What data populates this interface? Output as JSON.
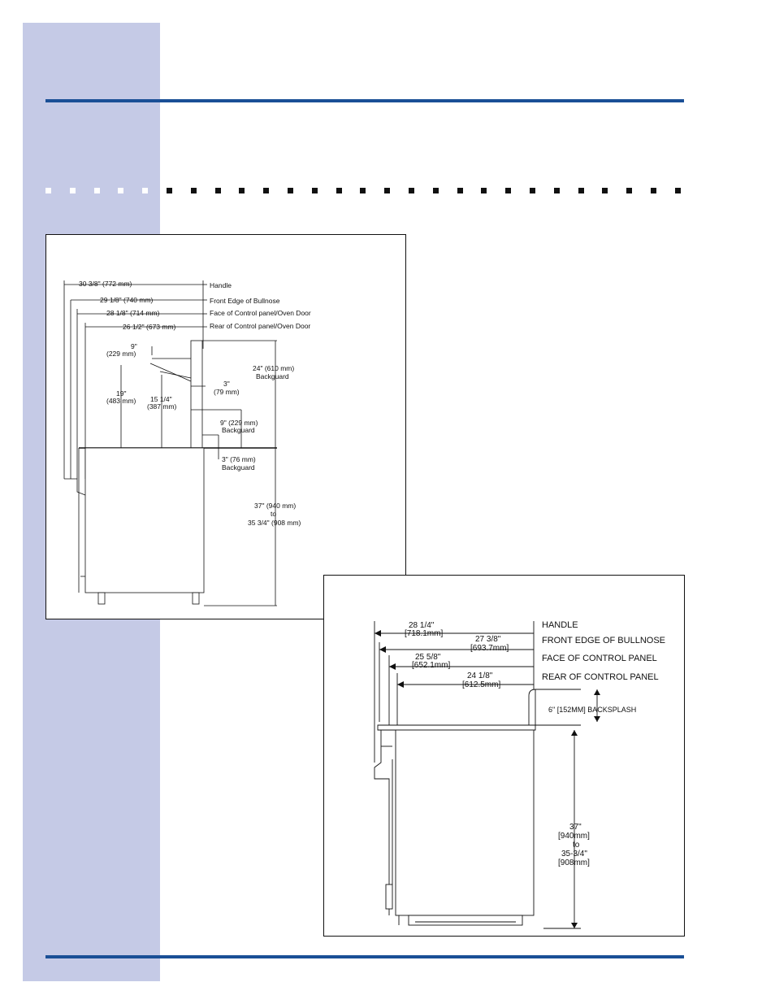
{
  "colors": {
    "side_band": "#c5cae6",
    "rule": "#1a4f96",
    "line": "#111111"
  },
  "figure_a": {
    "dims": {
      "handle": "30 3/8\" (772 mm)",
      "bullnose": "29 1/8\" (740 mm)",
      "face": "28 1/8\" (714 mm)",
      "rear": "26 1/2\" (673 mm)",
      "d9_a": "9\"",
      "d9_b": "(229 mm)",
      "d19_a": "19\"",
      "d19_b": "(483 mm)",
      "d15_a": "15 1/4\"",
      "d15_b": "(387 mm)",
      "d3_a": "3\"",
      "d3_b": "(79 mm)",
      "d24_a": "24\" (610 mm)",
      "d24_b": "Backguard",
      "d9bg_a": "9\" (229 mm)",
      "d9bg_b": "Backguard",
      "d3bg_a": "3\" (76 mm)",
      "d3bg_b": "Backguard",
      "h37_a": "37\" (940 mm)",
      "h37_b": "to",
      "h37_c": "35 3/4\" (908 mm)"
    },
    "labels": {
      "handle": "Handle",
      "bullnose": "Front Edge of Bullnose",
      "face": "Face of Control panel/Oven Door",
      "rear": "Rear of Control panel/Oven Door"
    }
  },
  "figure_b": {
    "dims": {
      "handle_a": "28 1/4\"",
      "handle_b": "[718.1mm]",
      "bullnose_a": "27 3/8\"",
      "bullnose_b": "[693.7mm]",
      "face_a": "25 5/8\"",
      "face_b": "[652.1mm]",
      "rear_a": "24 1/8\"",
      "rear_b": "[612.5mm]",
      "backsplash": "6\" [152MM] BACKSPLASH",
      "h37_a": "37\"",
      "h37_b": "[940mm]",
      "h37_c": "to",
      "h37_d": "35-3/4\"",
      "h37_e": "[908mm]"
    },
    "labels": {
      "handle": "HANDLE",
      "bullnose": "FRONT EDGE OF BULLNOSE",
      "face": "FACE OF CONTROL PANEL",
      "rear": "REAR OF CONTROL PANEL"
    }
  }
}
